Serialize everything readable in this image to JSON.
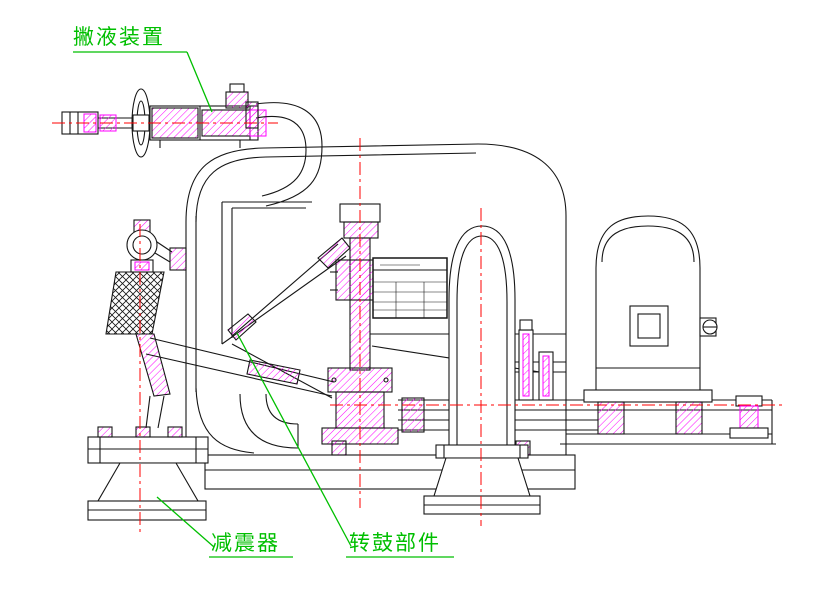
{
  "drawing": {
    "colors": {
      "outline": "#161616",
      "section_hatch": "#ff00ff",
      "centerline": "#ff0000",
      "annotation": "#00bf00",
      "background": "#ffffff"
    },
    "labels": {
      "skimmer": "撇液装置",
      "damper": "减震器",
      "drum": "转鼓部件"
    }
  }
}
